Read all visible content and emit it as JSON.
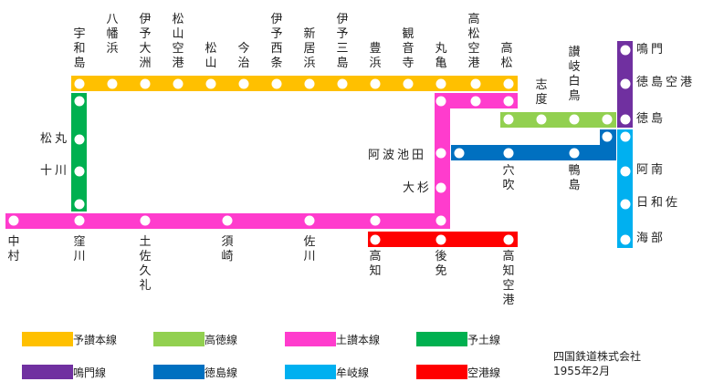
{
  "lines": {
    "yosan": {
      "name": "予讃本線",
      "color": "#FFC000"
    },
    "kotoku": {
      "name": "高徳線",
      "color": "#92D050"
    },
    "dosan": {
      "name": "土讃本線",
      "color": "#FF3CCD"
    },
    "yodo": {
      "name": "予土線",
      "color": "#00B050"
    },
    "naruto": {
      "name": "鳴門線",
      "color": "#7030A0"
    },
    "tokushima": {
      "name": "徳島線",
      "color": "#0070C0"
    },
    "mugi": {
      "name": "牟岐線",
      "color": "#00B0F0"
    },
    "airport": {
      "name": "空港線",
      "color": "#FF0000"
    }
  },
  "stations": {
    "uwajima": "宇和島",
    "yawatahama": "八幡浜",
    "iyoozu": "伊予大洲",
    "matsuyamakuko": "松山空港",
    "matsuyama": "松山",
    "imabari": "今治",
    "iyosaijo": "伊予西条",
    "niihama": "新居浜",
    "iyomishima": "伊予三島",
    "toyohama": "豊浜",
    "kanonji": "観音寺",
    "marugame": "丸亀",
    "takamatsukuko": "高松空港",
    "takamatsu": "高松",
    "shido": "志度",
    "sanukishiratori": "讃岐白鳥",
    "naruto": "鳴門",
    "tokushimakuko": "徳島空港",
    "tokushima": "徳島",
    "matsumaru": "松丸",
    "tokawa": "十川",
    "awaikeda": "阿波池田",
    "anabuki": "穴吹",
    "kamojima": "鴨島",
    "osugi": "大杉",
    "anan": "阿南",
    "hiwasa": "日和佐",
    "kaifu": "海部",
    "nakamura": "中村",
    "kubokawa": "窪川",
    "tosakure": "土佐久礼",
    "susaki": "須崎",
    "sakawa": "佐川",
    "kochi": "高知",
    "gomen": "後免",
    "kochikuko": "高知空港"
  },
  "legend": [
    "yosan",
    "kotoku",
    "dosan",
    "yodo",
    "naruto",
    "tokushima",
    "mugi",
    "airport"
  ],
  "credit": {
    "company": "四国鉄道株式会社",
    "date": "1955年2月"
  }
}
